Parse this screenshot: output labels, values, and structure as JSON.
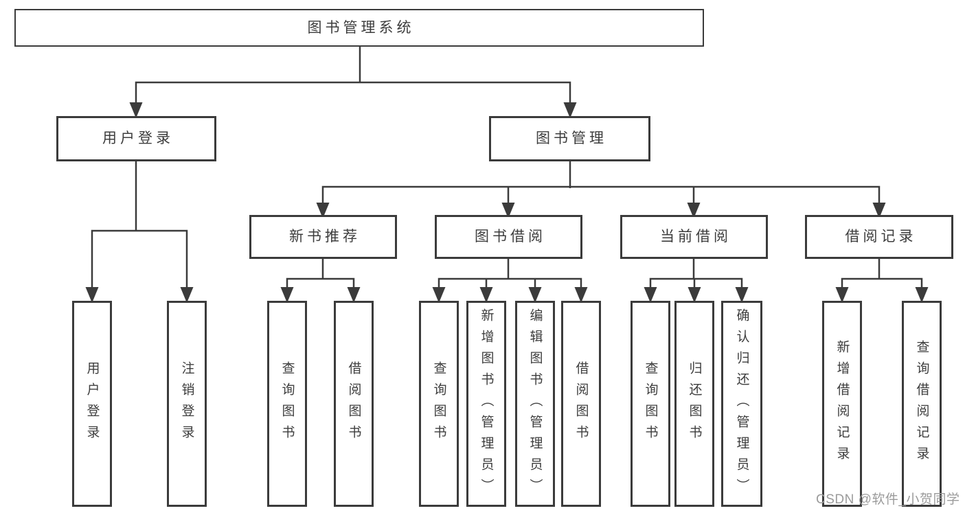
{
  "diagram": {
    "title": "图书管理系统",
    "level2": [
      {
        "label": "用户登录"
      },
      {
        "label": "图书管理"
      }
    ],
    "level3": [
      {
        "label": "新书推荐"
      },
      {
        "label": "图书借阅"
      },
      {
        "label": "当前借阅"
      },
      {
        "label": "借阅记录"
      }
    ],
    "leaves": [
      {
        "label": "用户登录"
      },
      {
        "label": "注销登录"
      },
      {
        "label": "查询图书"
      },
      {
        "label": "借阅图书"
      },
      {
        "label": "查询图书"
      },
      {
        "label": "新增图书（管理员）"
      },
      {
        "label": "编辑图书（管理员）"
      },
      {
        "label": "借阅图书"
      },
      {
        "label": "查询图书"
      },
      {
        "label": "归还图书"
      },
      {
        "label": "确认归还（管理员）"
      },
      {
        "label": "新增借阅记录"
      },
      {
        "label": "查询借阅记录"
      }
    ],
    "watermark": "CSDN @软件_小贺同学",
    "colors": {
      "line": "#3b3b3b",
      "box_border": "#3b3b3b",
      "text": "#3d3d3d",
      "watermark_text": "#9b9b9b",
      "background": "#ffffff"
    }
  }
}
